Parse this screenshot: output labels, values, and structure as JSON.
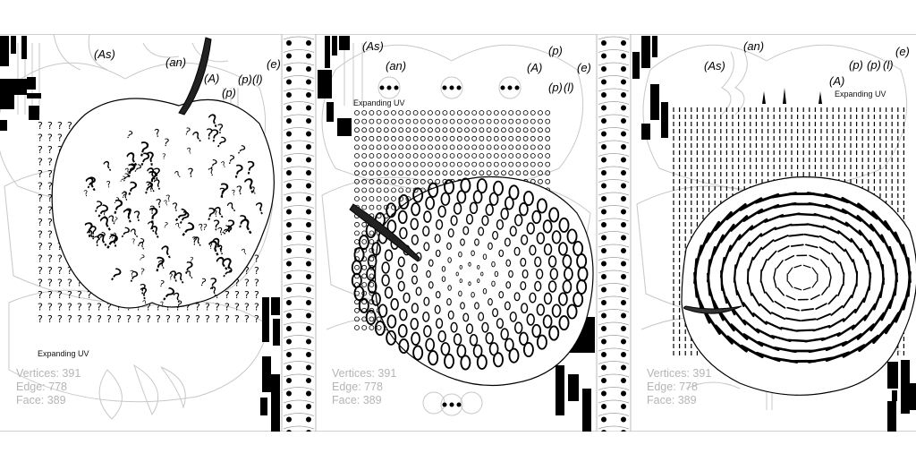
{
  "panels": [
    {
      "labels": [
        "(As)",
        "(an)",
        "(A)",
        "(p)",
        "(l)",
        "(e)",
        "(p)"
      ],
      "uv_label": "Expanding UV",
      "stats": {
        "vertices": "Vertices: 391",
        "edge": "Edge: 778",
        "face": "Face: 389"
      },
      "fill_glyph": "?",
      "pattern_icon": "question-mark-pattern-icon"
    },
    {
      "labels": [
        "(As)",
        "(an)",
        "(A)",
        "(p)",
        "(e)",
        "(p)",
        "(l)"
      ],
      "uv_label": "Expanding UV",
      "stats": {
        "vertices": "Vertices: 391",
        "edge": "Edge: 778",
        "face": "Face: 389"
      },
      "fill_glyph": "o",
      "pattern_icon": "circle-pattern-icon"
    },
    {
      "labels": [
        "(As)",
        "(an)",
        "(A)",
        "(p)",
        "(p)",
        "(l)",
        "(e)"
      ],
      "uv_label": "Expanding UV",
      "stats": {
        "vertices": "Vertices: 391",
        "edge": "Edge: 778",
        "face": "Face: 389"
      },
      "fill_glyph": "|",
      "pattern_icon": "dash-pattern-icon"
    }
  ],
  "colors": {
    "ink": "#000000",
    "outline": "#c8c8c8",
    "stats": "#b5b5b5",
    "paper": "#ffffff"
  }
}
